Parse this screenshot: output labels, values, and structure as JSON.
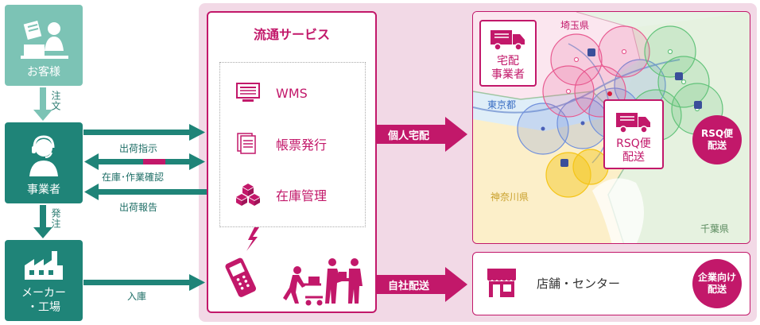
{
  "actors": {
    "customer": {
      "label": "お客様"
    },
    "operator": {
      "label": "事業者"
    },
    "maker": {
      "label_line1": "メーカー",
      "label_line2": "・工場"
    }
  },
  "vertical_labels": {
    "order": "注文",
    "place_order": "発注"
  },
  "flows": {
    "shipping_instruction": "出荷指示",
    "stock_confirmation": "在庫･作業確認",
    "shipping_report": "出荷報告",
    "receiving": "入庫"
  },
  "service": {
    "title": "流通サービス",
    "items": [
      {
        "label": "WMS",
        "icon": "monitor-icon"
      },
      {
        "label": "帳票発行",
        "icon": "documents-icon"
      },
      {
        "label": "在庫管理",
        "icon": "boxes-icon"
      }
    ]
  },
  "delivery_tags": {
    "personal": "個人宅配",
    "own": "自社配送"
  },
  "map": {
    "prefectures": {
      "saitama": "埼玉県",
      "tokyo": "東京都",
      "kanagawa": "神奈川県",
      "chiba": "千葉県"
    },
    "courier": {
      "line1": "宅配",
      "line2": "事業者"
    },
    "rsq_box": {
      "line1": "RSQ便",
      "line2": "配送"
    },
    "rsq_badge": {
      "line1": "RSQ便",
      "line2": "配送"
    }
  },
  "store": {
    "label": "店舗・センター",
    "badge_line1": "企業向け",
    "badge_line2": "配送"
  },
  "colors": {
    "teal": "#1f8478",
    "light_teal": "#7cc3b5",
    "magenta": "#c2186a",
    "pink_panel": "#f2d9e6"
  }
}
